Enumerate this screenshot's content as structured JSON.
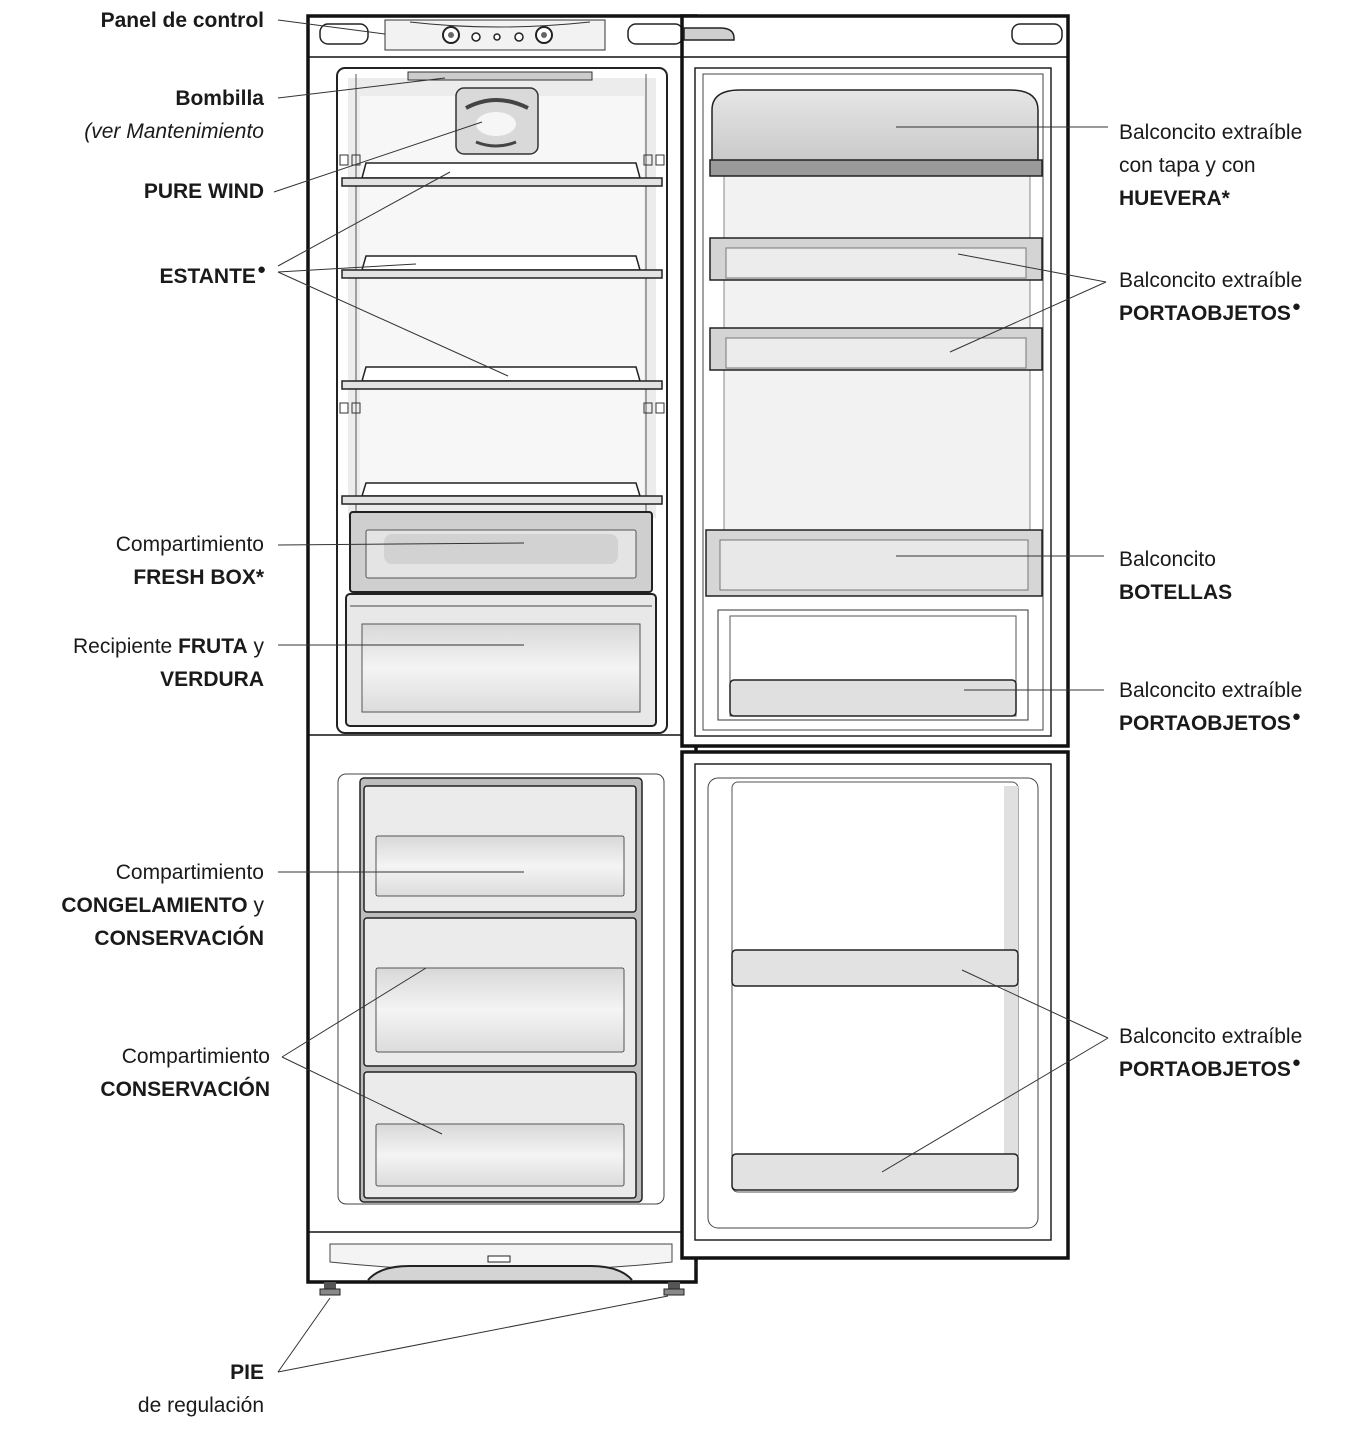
{
  "labels": {
    "panel_control": "Panel de control",
    "bombilla": "Bombilla",
    "bombilla_note": "(ver Mantenimiento",
    "pure_wind": "PURE WIND",
    "estante": "ESTANTE",
    "fresh_box_1": "Compartimiento",
    "fresh_box_2": "FRESH BOX*",
    "fruta_pre": "Recipiente ",
    "fruta_bold": "FRUTA",
    "fruta_post": " y",
    "verdura": "VERDURA",
    "congel_1": "Compartimiento",
    "congel_bold": "CONGELAMIENTO",
    "congel_post": " y",
    "congel_3": "CONSERVACIÓN",
    "conserv_1": "Compartimiento",
    "conserv_2": "CONSERVACIÓN",
    "pie": "PIE",
    "pie_sub": "de regulación",
    "huevera_1": "Balconcito extraíble",
    "huevera_2": "con tapa y con",
    "huevera_3": "HUEVERA*",
    "porta1_1": "Balconcito extraíble",
    "porta1_2": "PORTAOBJETOS",
    "botellas_1": "Balconcito",
    "botellas_2": "BOTELLAS",
    "porta2_1": "Balconcito extraíble",
    "porta2_2": "PORTAOBJETOS",
    "porta3_1": "Balconcito extraíble",
    "porta3_2": "PORTAOBJETOS",
    "dot_symbol": "●"
  }
}
